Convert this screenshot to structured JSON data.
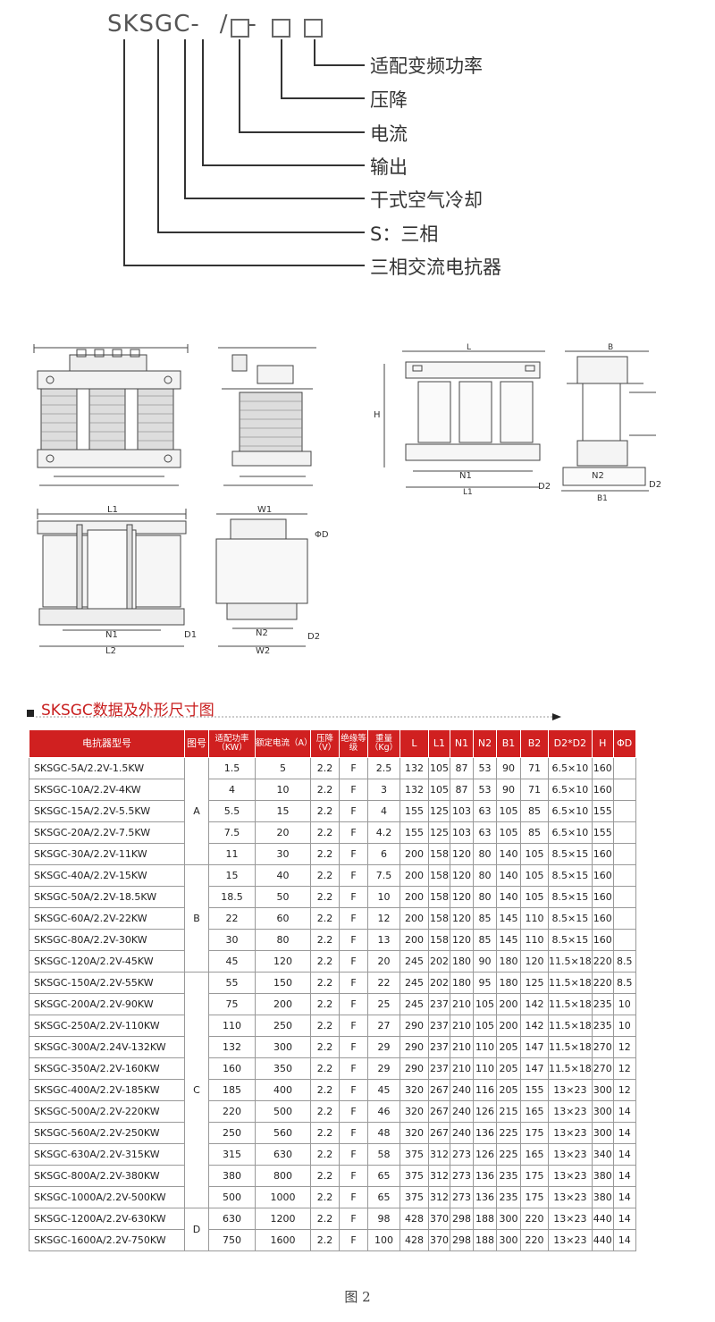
{
  "legend": {
    "model_code": "SKSGC-□/□-□",
    "labels": [
      "适配变频功率",
      "压降",
      "电流",
      "输出",
      "干式空气冷却",
      "S：三相",
      "三相交流电抗器"
    ]
  },
  "drawings": {
    "labels": {
      "L1": "L1",
      "L2": "L2",
      "W1": "W1",
      "W2": "W2",
      "N1": "N1",
      "N2": "N2",
      "D1": "D1",
      "D2": "D2",
      "L": "L",
      "H": "H",
      "B": "B",
      "B1": "B1",
      "phiD": "ΦD"
    }
  },
  "section_title": "SKSGC数据及外形尺寸图",
  "table": {
    "headers": [
      "电抗器型号",
      "图号",
      "适配功率（KW）",
      "额定电流（A）",
      "压降（V）",
      "绝缘等级",
      "重量（Kg）",
      "L",
      "L1",
      "N1",
      "N2",
      "B1",
      "B2",
      "D2*D2",
      "H",
      "ΦD"
    ],
    "groups": [
      {
        "label": "A",
        "rows": 5
      },
      {
        "label": "B",
        "rows": 5
      },
      {
        "label": "C",
        "rows": 11
      },
      {
        "label": "D",
        "rows": 2
      }
    ],
    "rows": [
      [
        "SKSGC-5A/2.2V-1.5KW",
        "1.5",
        "5",
        "2.2",
        "F",
        "2.5",
        "132",
        "105",
        "87",
        "53",
        "90",
        "71",
        "6.5×10",
        "160",
        ""
      ],
      [
        "SKSGC-10A/2.2V-4KW",
        "4",
        "10",
        "2.2",
        "F",
        "3",
        "132",
        "105",
        "87",
        "53",
        "90",
        "71",
        "6.5×10",
        "160",
        ""
      ],
      [
        "SKSGC-15A/2.2V-5.5KW",
        "5.5",
        "15",
        "2.2",
        "F",
        "4",
        "155",
        "125",
        "103",
        "63",
        "105",
        "85",
        "6.5×10",
        "155",
        ""
      ],
      [
        "SKSGC-20A/2.2V-7.5KW",
        "7.5",
        "20",
        "2.2",
        "F",
        "4.2",
        "155",
        "125",
        "103",
        "63",
        "105",
        "85",
        "6.5×10",
        "155",
        ""
      ],
      [
        "SKSGC-30A/2.2V-11KW",
        "11",
        "30",
        "2.2",
        "F",
        "6",
        "200",
        "158",
        "120",
        "80",
        "140",
        "105",
        "8.5×15",
        "160",
        ""
      ],
      [
        "SKSGC-40A/2.2V-15KW",
        "15",
        "40",
        "2.2",
        "F",
        "7.5",
        "200",
        "158",
        "120",
        "80",
        "140",
        "105",
        "8.5×15",
        "160",
        ""
      ],
      [
        "SKSGC-50A/2.2V-18.5KW",
        "18.5",
        "50",
        "2.2",
        "F",
        "10",
        "200",
        "158",
        "120",
        "80",
        "140",
        "105",
        "8.5×15",
        "160",
        ""
      ],
      [
        "SKSGC-60A/2.2V-22KW",
        "22",
        "60",
        "2.2",
        "F",
        "12",
        "200",
        "158",
        "120",
        "85",
        "145",
        "110",
        "8.5×15",
        "160",
        ""
      ],
      [
        "SKSGC-80A/2.2V-30KW",
        "30",
        "80",
        "2.2",
        "F",
        "13",
        "200",
        "158",
        "120",
        "85",
        "145",
        "110",
        "8.5×15",
        "160",
        ""
      ],
      [
        "SKSGC-120A/2.2V-45KW",
        "45",
        "120",
        "2.2",
        "F",
        "20",
        "245",
        "202",
        "180",
        "90",
        "180",
        "120",
        "11.5×18",
        "220",
        "8.5"
      ],
      [
        "SKSGC-150A/2.2V-55KW",
        "55",
        "150",
        "2.2",
        "F",
        "22",
        "245",
        "202",
        "180",
        "95",
        "180",
        "125",
        "11.5×18",
        "220",
        "8.5"
      ],
      [
        "SKSGC-200A/2.2V-90KW",
        "75",
        "200",
        "2.2",
        "F",
        "25",
        "245",
        "237",
        "210",
        "105",
        "200",
        "142",
        "11.5×18",
        "235",
        "10"
      ],
      [
        "SKSGC-250A/2.2V-110KW",
        "110",
        "250",
        "2.2",
        "F",
        "27",
        "290",
        "237",
        "210",
        "105",
        "200",
        "142",
        "11.5×18",
        "235",
        "10"
      ],
      [
        "SKSGC-300A/2.24V-132KW",
        "132",
        "300",
        "2.2",
        "F",
        "29",
        "290",
        "237",
        "210",
        "110",
        "205",
        "147",
        "11.5×18",
        "270",
        "12"
      ],
      [
        "SKSGC-350A/2.2V-160KW",
        "160",
        "350",
        "2.2",
        "F",
        "29",
        "290",
        "237",
        "210",
        "110",
        "205",
        "147",
        "11.5×18",
        "270",
        "12"
      ],
      [
        "SKSGC-400A/2.2V-185KW",
        "185",
        "400",
        "2.2",
        "F",
        "45",
        "320",
        "267",
        "240",
        "116",
        "205",
        "155",
        "13×23",
        "300",
        "12"
      ],
      [
        "SKSGC-500A/2.2V-220KW",
        "220",
        "500",
        "2.2",
        "F",
        "46",
        "320",
        "267",
        "240",
        "126",
        "215",
        "165",
        "13×23",
        "300",
        "14"
      ],
      [
        "SKSGC-560A/2.2V-250KW",
        "250",
        "560",
        "2.2",
        "F",
        "48",
        "320",
        "267",
        "240",
        "136",
        "225",
        "175",
        "13×23",
        "300",
        "14"
      ],
      [
        "SKSGC-630A/2.2V-315KW",
        "315",
        "630",
        "2.2",
        "F",
        "58",
        "375",
        "312",
        "273",
        "126",
        "225",
        "165",
        "13×23",
        "340",
        "14"
      ],
      [
        "SKSGC-800A/2.2V-380KW",
        "380",
        "800",
        "2.2",
        "F",
        "65",
        "375",
        "312",
        "273",
        "136",
        "235",
        "175",
        "13×23",
        "380",
        "14"
      ],
      [
        "SKSGC-1000A/2.2V-500KW",
        "500",
        "1000",
        "2.2",
        "F",
        "65",
        "375",
        "312",
        "273",
        "136",
        "235",
        "175",
        "13×23",
        "380",
        "14"
      ],
      [
        "SKSGC-1200A/2.2V-630KW",
        "630",
        "1200",
        "2.2",
        "F",
        "98",
        "428",
        "370",
        "298",
        "188",
        "300",
        "220",
        "13×23",
        "440",
        "14"
      ],
      [
        "SKSGC-1600A/2.2V-750KW",
        "750",
        "1600",
        "2.2",
        "F",
        "100",
        "428",
        "370",
        "298",
        "188",
        "300",
        "220",
        "13×23",
        "440",
        "14"
      ]
    ]
  },
  "caption": "图 2"
}
